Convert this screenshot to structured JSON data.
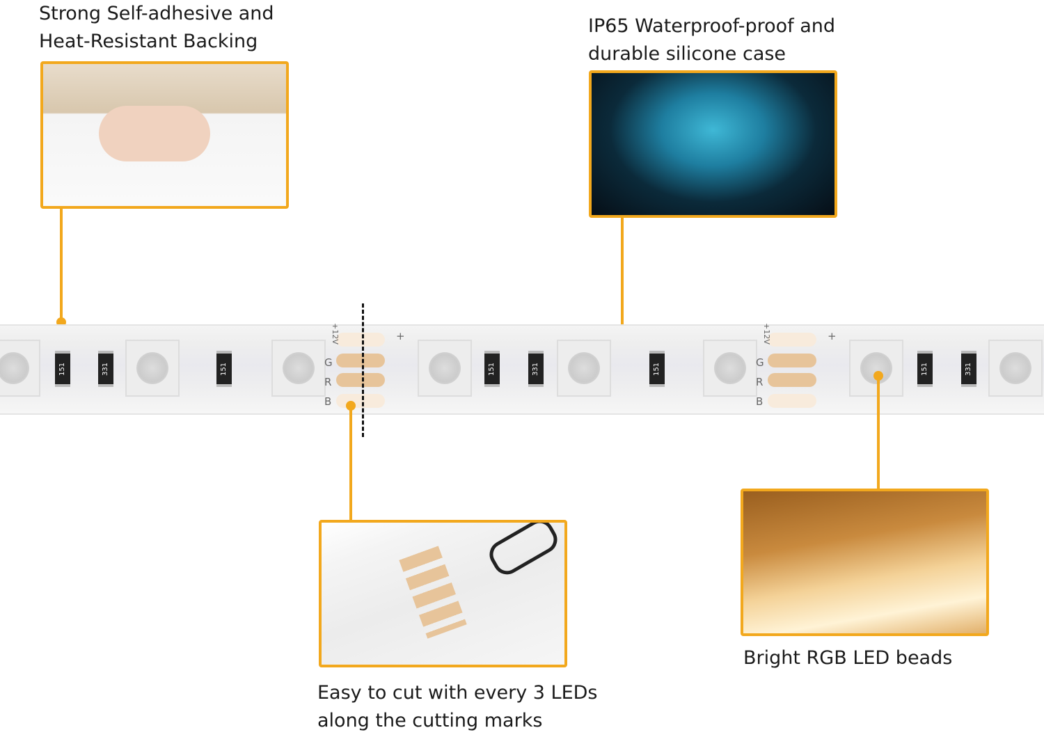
{
  "features": [
    {
      "caption_line1": "Strong Self-adhesive and",
      "caption_line2": "Heat-Resistant Backing"
    },
    {
      "caption_line1": "IP65 Waterproof-proof and",
      "caption_line2": "durable silicone case"
    },
    {
      "caption_line1": "Easy to cut with every 3 LEDs",
      "caption_line2": "along the cutting marks"
    },
    {
      "caption_line1": "Bright RGB LED beads"
    }
  ],
  "strip": {
    "resistor_labels": [
      "151",
      "331",
      "151",
      "151",
      "331",
      "151",
      "151",
      "331"
    ],
    "pad_labels": {
      "plus12v": "+12V",
      "g": "G",
      "r": "R",
      "b": "B",
      "plus": "+"
    }
  },
  "colors": {
    "accent": "#f2a81d"
  }
}
